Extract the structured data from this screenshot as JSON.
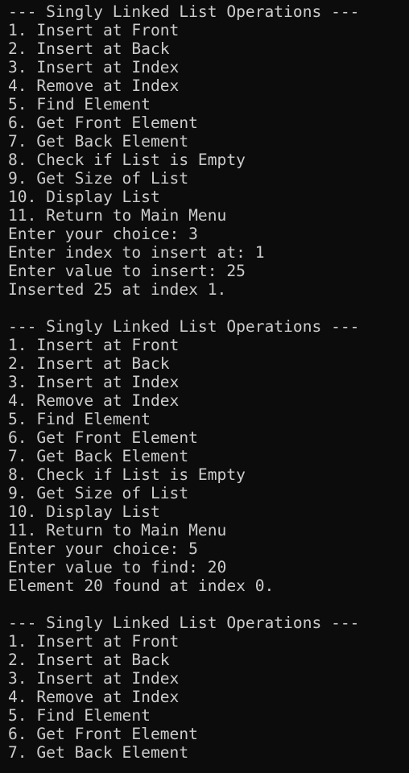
{
  "terminal": {
    "lines": [
      "--- Singly Linked List Operations ---",
      "1. Insert at Front",
      "2. Insert at Back",
      "3. Insert at Index",
      "4. Remove at Index",
      "5. Find Element",
      "6. Get Front Element",
      "7. Get Back Element",
      "8. Check if List is Empty",
      "9. Get Size of List",
      "10. Display List",
      "11. Return to Main Menu",
      "Enter your choice: 3",
      "Enter index to insert at: 1",
      "Enter value to insert: 25",
      "Inserted 25 at index 1.",
      "",
      "--- Singly Linked List Operations ---",
      "1. Insert at Front",
      "2. Insert at Back",
      "3. Insert at Index",
      "4. Remove at Index",
      "5. Find Element",
      "6. Get Front Element",
      "7. Get Back Element",
      "8. Check if List is Empty",
      "9. Get Size of List",
      "10. Display List",
      "11. Return to Main Menu",
      "Enter your choice: 5",
      "Enter value to find: 20",
      "Element 20 found at index 0.",
      "",
      "--- Singly Linked List Operations ---",
      "1. Insert at Front",
      "2. Insert at Back",
      "3. Insert at Index",
      "4. Remove at Index",
      "5. Find Element",
      "6. Get Front Element",
      "7. Get Back Element"
    ]
  }
}
